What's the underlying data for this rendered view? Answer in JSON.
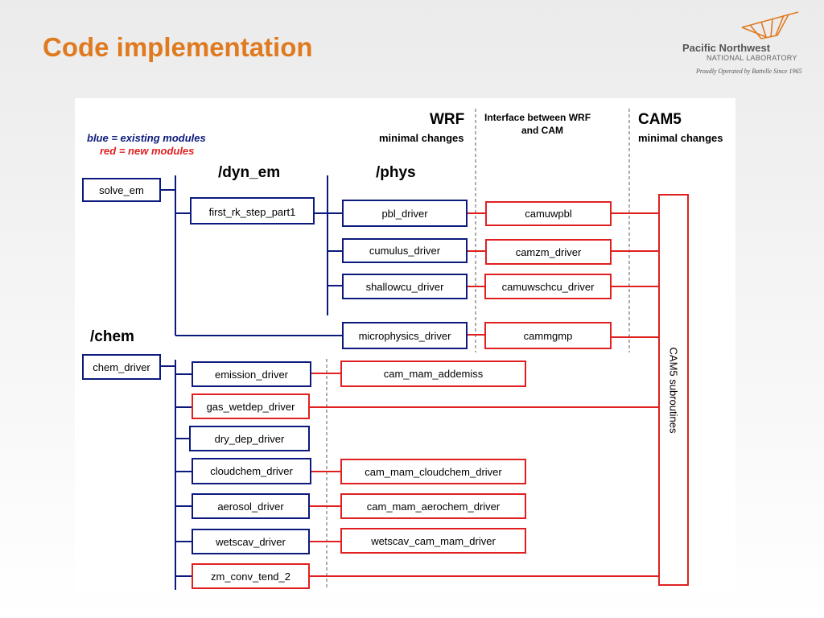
{
  "slide": {
    "title": "Code implementation",
    "logo": {
      "line1": "Pacific Northwest",
      "line2": "NATIONAL LABORATORY",
      "line3": "Proudly Operated by Battelle Since 1965"
    }
  },
  "diagram": {
    "legend": {
      "blue": "blue = existing modules",
      "red": "red = new modules"
    },
    "headers": {
      "wrf": "WRF",
      "wrf_sub": "minimal changes",
      "interface_line1": "Interface between WRF",
      "interface_line2": "and CAM",
      "cam5": "CAM5",
      "cam5_sub": "minimal changes"
    },
    "sections": {
      "dyn_em": "/dyn_em",
      "phys": "/phys",
      "chem": "/chem"
    },
    "modules": {
      "solve_em": "solve_em",
      "first_rk_step_part1": "first_rk_step_part1",
      "pbl_driver": "pbl_driver",
      "cumulus_driver": "cumulus_driver",
      "shallowcu_driver": "shallowcu_driver",
      "microphysics_driver": "microphysics_driver",
      "camuwpbl": "camuwpbl",
      "camzm_driver": "camzm_driver",
      "camuwschcu_driver": "camuwschcu_driver",
      "cammgmp": "cammgmp",
      "chem_driver": "chem_driver",
      "emission_driver": "emission_driver",
      "gas_wetdep_driver": "gas_wetdep_driver",
      "dry_dep_driver": "dry_dep_driver",
      "cloudchem_driver": "cloudchem_driver",
      "aerosol_driver": "aerosol_driver",
      "wetscav_driver": "wetscav_driver",
      "zm_conv_tend_2": "zm_conv_tend_2",
      "cam_mam_addemiss": "cam_mam_addemiss",
      "cam_mam_cloudchem_driver": "cam_mam_cloudchem_driver",
      "cam_mam_aerochem_driver": "cam_mam_aerochem_driver",
      "wetscav_cam_mam_driver": "wetscav_cam_mam_driver",
      "cam5_subroutines": "CAM5 subroutines"
    },
    "colors": {
      "existing": "#0b1a7c",
      "new": "#e02020",
      "accent": "#e07a1f"
    }
  }
}
